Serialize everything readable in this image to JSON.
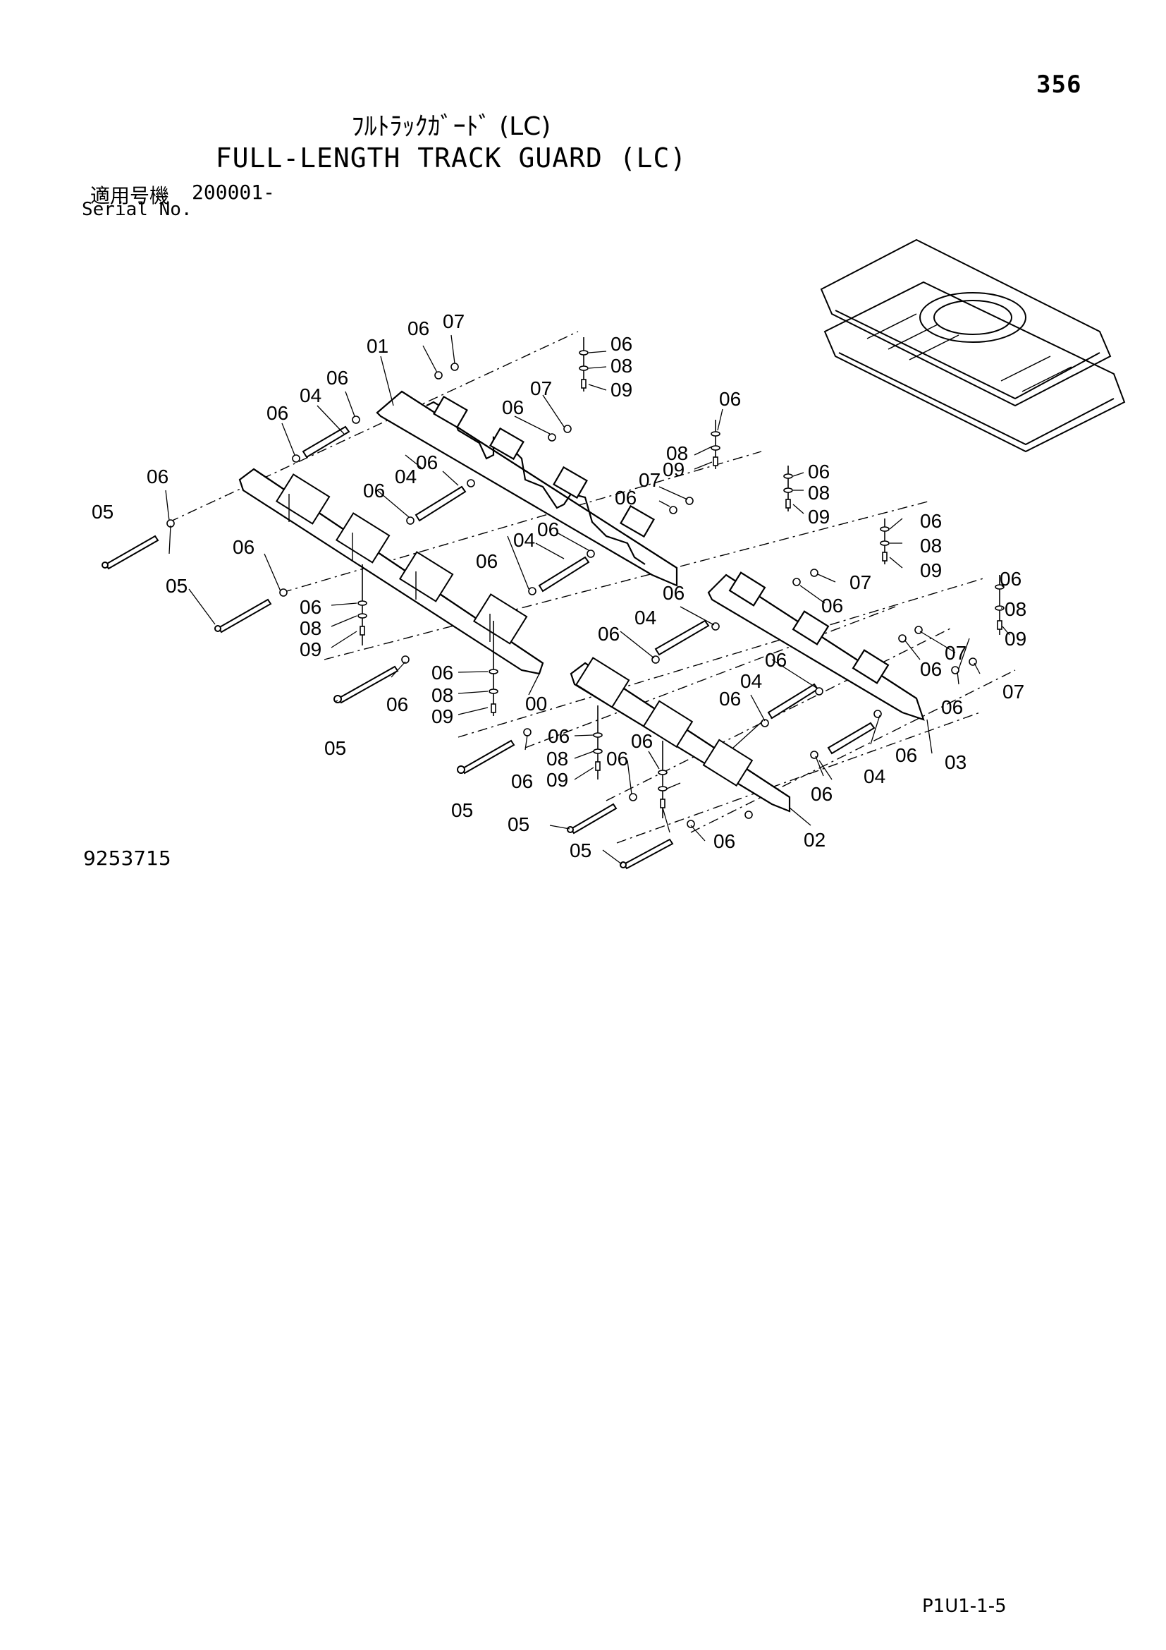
{
  "page_number": "356",
  "title_ja": "ﾌﾙﾄﾗｯｸｶﾞｰﾄﾞ (LC)",
  "title_en": "FULL-LENGTH TRACK GUARD (LC)",
  "serial": {
    "label_ja": "適用号機",
    "value": "200001-",
    "label_en": "Serial No."
  },
  "drawing_number": "9253715",
  "sheet_ref": "P1U1-1-5",
  "callouts": [
    "01",
    "02",
    "03",
    "00",
    "04",
    "04",
    "04",
    "04",
    "04",
    "04",
    "05",
    "05",
    "05",
    "05",
    "05",
    "05",
    "06",
    "06",
    "06",
    "06",
    "06",
    "06",
    "06",
    "06",
    "06",
    "06",
    "06",
    "06",
    "06",
    "06",
    "06",
    "06",
    "06",
    "06",
    "06",
    "06",
    "06",
    "06",
    "06",
    "06",
    "06",
    "06",
    "06",
    "06",
    "06",
    "06",
    "06",
    "06",
    "06",
    "07",
    "07",
    "07",
    "07",
    "07",
    "07",
    "08",
    "08",
    "08",
    "08",
    "08",
    "08",
    "08",
    "08",
    "09",
    "09",
    "09",
    "09",
    "09",
    "09",
    "09",
    "09"
  ]
}
